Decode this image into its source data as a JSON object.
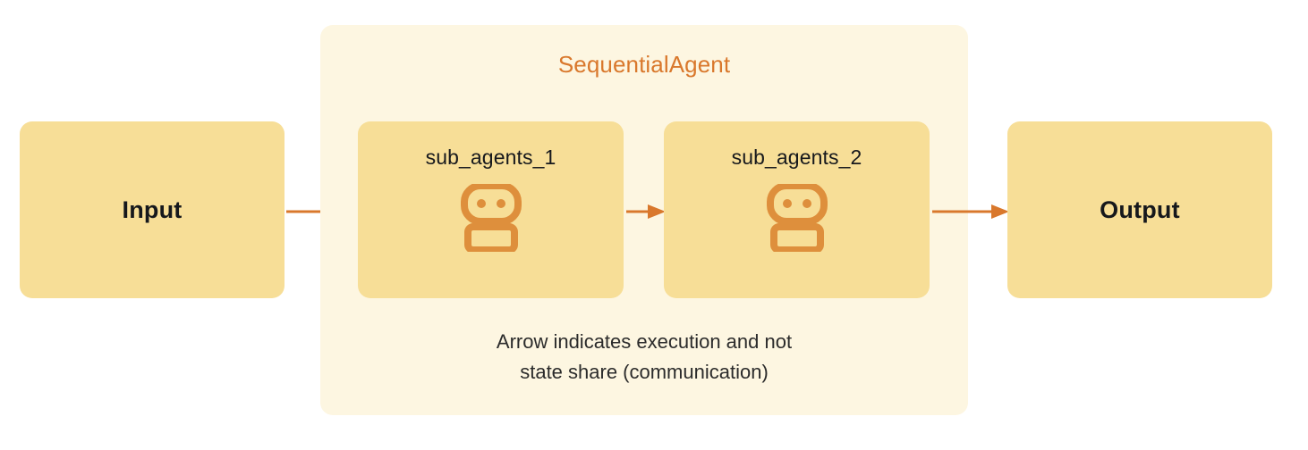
{
  "diagram": {
    "title": "SequentialAgent",
    "colors": {
      "background": "#FFFFFF",
      "container_fill": "#FDF6E1",
      "card_fill": "#F7DE97",
      "accent_orange": "#D9782C",
      "text_dark": "#16181C"
    },
    "input": {
      "label": "Input"
    },
    "output": {
      "label": "Output"
    },
    "sub_agents": [
      {
        "label": "sub_agents_1",
        "icon": "robot-icon"
      },
      {
        "label": "sub_agents_2",
        "icon": "robot-icon"
      }
    ],
    "arrows": [
      {
        "name": "input-to-subagent-1",
        "icon": "arrow-right-icon"
      },
      {
        "name": "subagent-1-to-subagent-2",
        "icon": "arrow-right-icon"
      },
      {
        "name": "subagent-2-to-output",
        "icon": "arrow-right-icon"
      }
    ],
    "caption": {
      "line1": "Arrow indicates execution and not",
      "line2": "state share (communication)"
    }
  }
}
